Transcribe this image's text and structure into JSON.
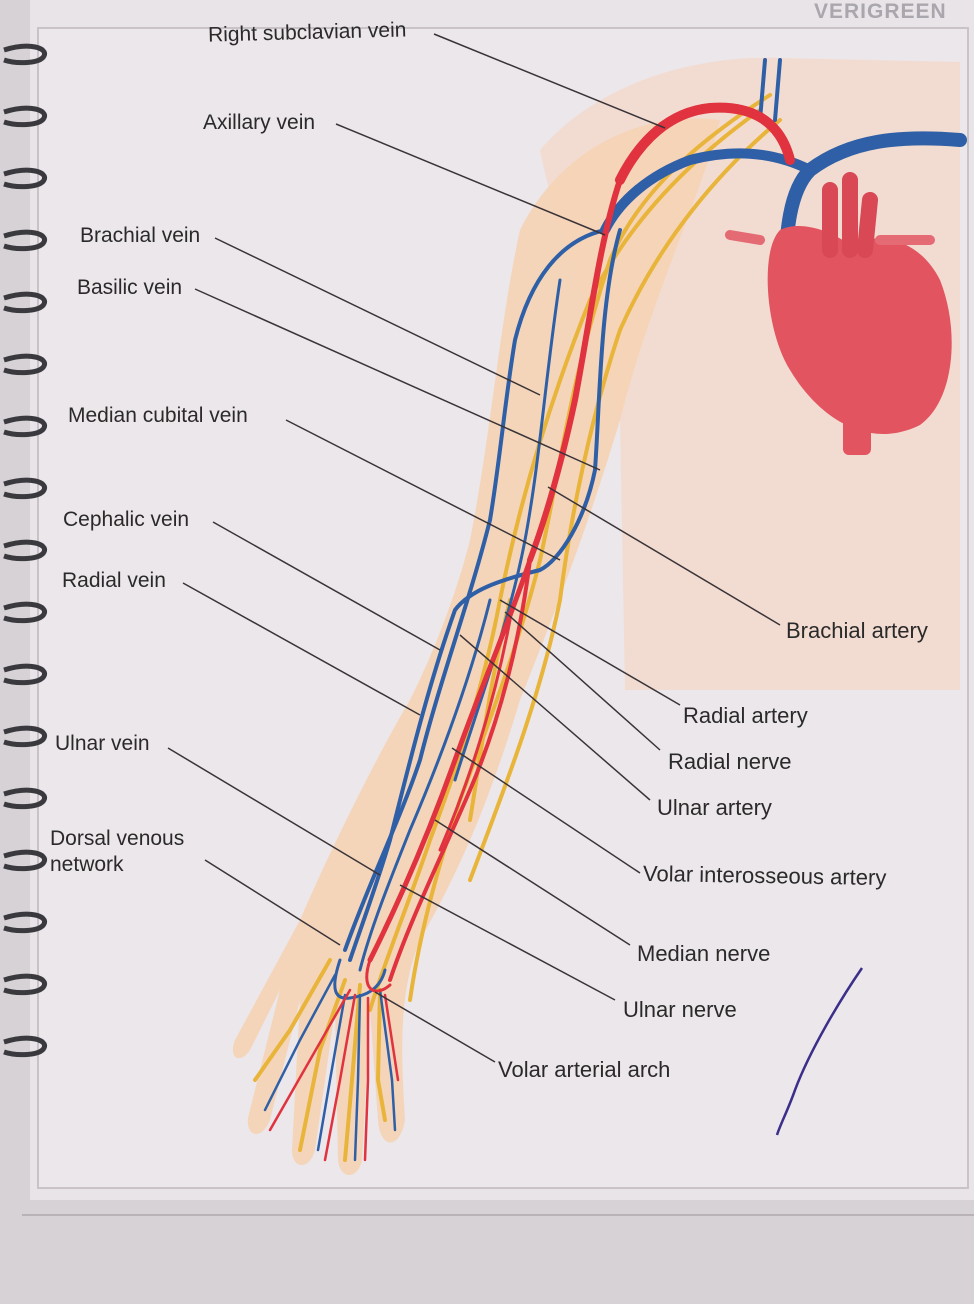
{
  "header": {
    "brand_text": "VERIGREEN"
  },
  "labels_left": [
    {
      "id": "right-subclavian-vein",
      "text": "Right subclavian vein"
    },
    {
      "id": "axillary-vein",
      "text": "Axillary vein"
    },
    {
      "id": "brachial-vein",
      "text": "Brachial vein"
    },
    {
      "id": "basilic-vein",
      "text": "Basilic vein"
    },
    {
      "id": "median-cubital-vein",
      "text": "Median cubital vein"
    },
    {
      "id": "cephalic-vein",
      "text": "Cephalic vein"
    },
    {
      "id": "radial-vein",
      "text": "Radial vein"
    },
    {
      "id": "ulnar-vein",
      "text": "Ulnar vein"
    },
    {
      "id": "dorsal-venous-network",
      "text": "Dorsal venous\nnetwork"
    }
  ],
  "labels_right": [
    {
      "id": "brachial-artery",
      "text": "Brachial artery"
    },
    {
      "id": "radial-artery",
      "text": "Radial artery"
    },
    {
      "id": "radial-nerve",
      "text": "Radial nerve"
    },
    {
      "id": "ulnar-artery",
      "text": "Ulnar artery"
    },
    {
      "id": "volar-interosseous-artery",
      "text": "Volar interosseous artery"
    },
    {
      "id": "median-nerve",
      "text": "Median nerve"
    },
    {
      "id": "ulnar-nerve",
      "text": "Ulnar nerve"
    },
    {
      "id": "volar-arterial-arch",
      "text": "Volar arterial arch"
    }
  ],
  "colors": {
    "artery": "#e0323f",
    "vein": "#2f5fa6",
    "nerve": "#e8b43a",
    "skin": "#f2c9a8",
    "heart": "#e25560",
    "paper": "#ece7ea"
  }
}
